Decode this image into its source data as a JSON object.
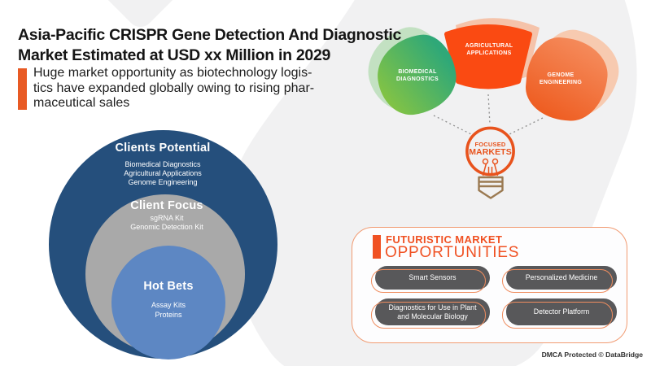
{
  "header": {
    "title_line1": "Asia-Pacific CRISPR Gene Detection And Diagnostic",
    "title_line2": "Market Estimated at USD xx Million in 2029",
    "subtitle_lines": [
      "Huge market opportunity as biotechnology logis-",
      "tics have expanded globally owing to rising phar-",
      "maceutical sales"
    ]
  },
  "funnel": {
    "rings": [
      {
        "title": "Clients Potential",
        "color": "#254f7c",
        "items": [
          "Biomedical Diagnostics",
          "Agricultural Applications",
          "Genome Engineering"
        ]
      },
      {
        "title": "Client Focus",
        "color": "#a9a9a9",
        "items": [
          "sgRNA Kit",
          "Genomic Detection Kit"
        ]
      },
      {
        "title": "Hot Bets",
        "color": "#5d87c3",
        "items": [
          "Assay Kits",
          "Proteins"
        ]
      }
    ]
  },
  "focus_wheel": {
    "segments": [
      {
        "label": "BIOMEDICAL DIAGNOSTICS",
        "color_start": "#8cc63f",
        "color_end": "#2fa878"
      },
      {
        "label": "AGRICULTURAL APPLICATIONS",
        "color_start": "#fa4a12",
        "color_end": "#fa4a12"
      },
      {
        "label": "GENOME ENGINEERING",
        "color_start": "#f58c5d",
        "color_end": "#ee5c20"
      }
    ],
    "hub": [
      "FOCUSED",
      "MARKETS"
    ],
    "hub_color": "#e8531d",
    "base_color": "#9b7a52"
  },
  "opportunities": {
    "title_line1": "FUTURISTIC MARKET",
    "title_line2": "OPPORTUNITIES",
    "accent_color": "#f05123",
    "pill_color": "#58585a",
    "pills": [
      "Smart Sensors",
      "Personalized Medicine",
      "Diagnostics for Use in Plant and Molecular Biology",
      "Detector Platform"
    ]
  },
  "footer": {
    "dmca": "DMCA Protected © DataBridge"
  },
  "colors": {
    "background_blob": "#f1f1f2",
    "headline_accent": "#e85a24",
    "text_dark": "#1d1d1d"
  }
}
